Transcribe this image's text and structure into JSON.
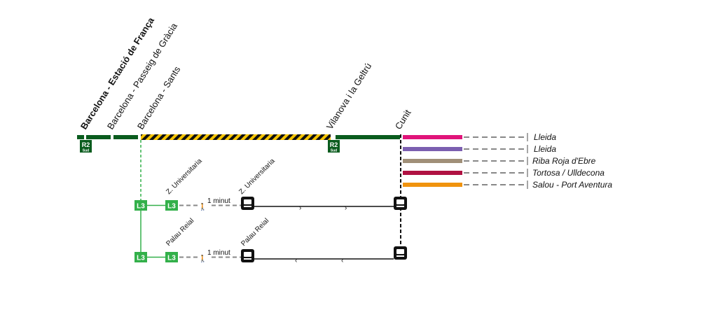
{
  "stations": {
    "estacio_franca": "Barcelona - Estació de França",
    "passeig_gracia": "Barcelona - Passeig de Gràcia",
    "sants": "Barcelona - Sants",
    "vilanova": "Vilanova i la Geltrú",
    "cunit": "Cunit"
  },
  "r2_badge": {
    "line": "R2",
    "sub": "Sud"
  },
  "metro": {
    "line": "L3",
    "zona_universitaria": "Z. Universitaria",
    "palau_reial": "Palau Reial",
    "walk_time": "1 minut"
  },
  "destinations": [
    {
      "name": "Lleida",
      "color": "#e0147a"
    },
    {
      "name": "Lleida",
      "color": "#7b5fb0"
    },
    {
      "name": "Riba Roja d'Ebre",
      "color": "#a08f78"
    },
    {
      "name": "Tortosa / Ulldecona",
      "color": "#b01242"
    },
    {
      "name": "Salou - Port Aventura",
      "color": "#f0930e"
    }
  ],
  "colors": {
    "rodalies_green": "#0a5c1e",
    "metro_l3_green": "#33b04a",
    "works_yellow": "#f5c400",
    "bus_black": "#111111",
    "dashed_grey": "#888888"
  }
}
